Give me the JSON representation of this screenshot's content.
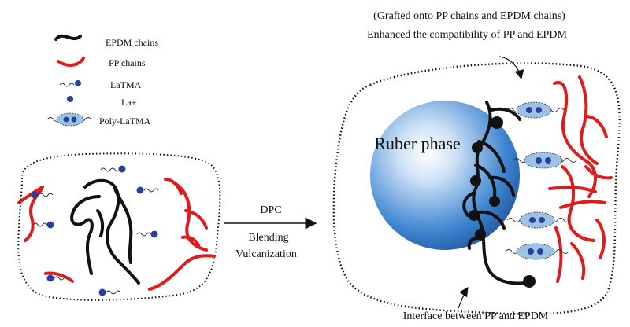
{
  "legend": {
    "items": [
      {
        "label": "EPDM chains",
        "color": "#111111"
      },
      {
        "label": "PP chains",
        "color": "#e01b1b"
      },
      {
        "label": "LaTMA",
        "color": "#2b3e9b"
      },
      {
        "label": "La+",
        "color": "#2b3e9b"
      },
      {
        "label": "Poly-LaTMA",
        "color": "#9cc3e6"
      }
    ]
  },
  "process": {
    "step1": "DPC",
    "step2": "Blending",
    "step3": "Vulcanization"
  },
  "annotation": {
    "top_line1": "(Grafted onto PP chains and EPDM chains)",
    "top_line2": "Enhanced the compatibility of PP and EPDM",
    "bottom": "Interface between PP and EPDM"
  },
  "rubber_phase_label": "Ruber phase",
  "colors": {
    "epdm": "#111111",
    "pp": "#e01b1b",
    "la_ion": "#2b3e9b",
    "poly_latma_fill": "#9cc3e6",
    "rubber_sphere": "#2f74c4"
  }
}
